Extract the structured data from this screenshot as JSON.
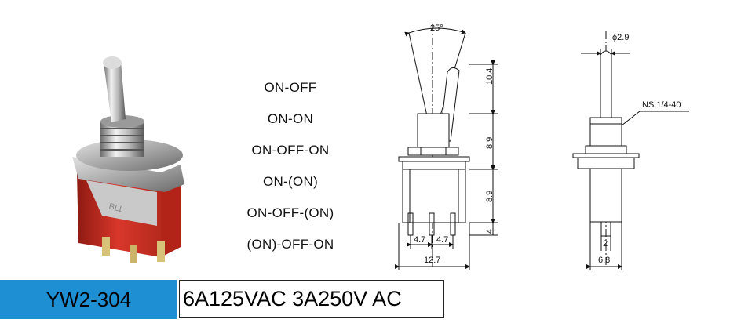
{
  "switch_modes": [
    "ON-OFF",
    "ON-ON",
    "ON-OFF-ON",
    "ON-(ON)",
    "ON-OFF-(ON)",
    "(ON)-OFF-ON"
  ],
  "footer": {
    "model": "YW2-304",
    "rating": "6A125VAC 3A250V AC"
  },
  "dimensions": {
    "angle": "25°",
    "lever_height": "10.4",
    "bushing_height": "8.9",
    "body_height": "8.9",
    "pin_length": "4",
    "pin_pitch_left": "4.7",
    "pin_pitch_right": "4.7",
    "body_width": "12.7",
    "lever_diameter": "ϕ2.9",
    "thread": "NS 1/4-40",
    "pin_width": "2",
    "side_width": "6.8"
  },
  "colors": {
    "body_red": "#c8281e",
    "metal": "#b8b8b8",
    "model_bg": "#1f8fd3"
  }
}
